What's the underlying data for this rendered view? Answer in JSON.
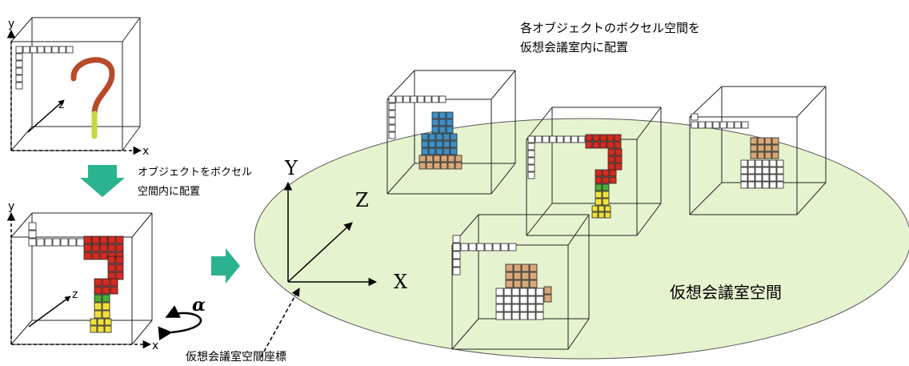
{
  "texts": {
    "caption_top_line1": "各オブジェクトのボクセル空間を",
    "caption_top_line2": "仮想会議室内に配置",
    "caption_mid_line1": "オブジェクトをボクセル",
    "caption_mid_line2": "空間内に配置",
    "room_space_label": "仮想会議室空間",
    "room_coords_label": "仮想会議室空間座標",
    "axis_X": "X",
    "axis_Y": "Y",
    "axis_Z": "Z",
    "axis_x": "x",
    "axis_y": "y",
    "axis_z": "z",
    "rotation_label": "α"
  },
  "colors": {
    "ellipse_fill": "#e6f3cf",
    "arrow_fill": "#2bb38f",
    "voxel_red": "#d62a1f",
    "voxel_yellow": "#f1e23a",
    "voxel_green": "#4caf3a",
    "voxel_blue": "#3f8fc6",
    "voxel_tan": "#d9a878",
    "voxel_white": "#ffffff"
  }
}
